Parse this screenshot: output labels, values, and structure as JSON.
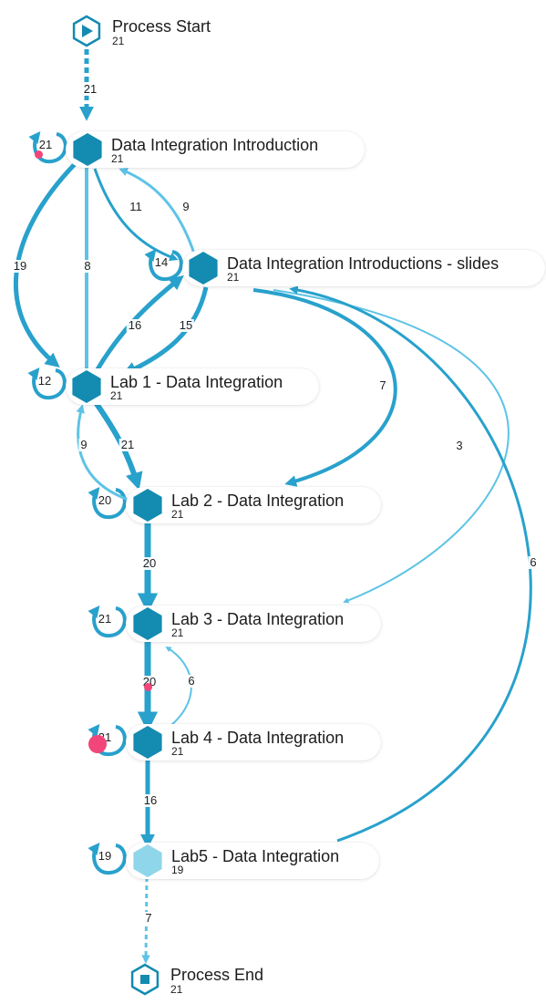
{
  "colors": {
    "edge": "#28a1cc",
    "edge_light": "#5ec3e6",
    "node": "#148bb0",
    "node_light": "#8fd6ea",
    "marker": "#f2457a"
  },
  "start": {
    "label": "Process Start",
    "count": "21",
    "icon": "play-icon"
  },
  "end": {
    "label": "Process End",
    "count": "21",
    "icon": "stop-icon"
  },
  "nodes": [
    {
      "id": "intro",
      "label": "Data Integration Introduction",
      "count": "21",
      "loop": "21"
    },
    {
      "id": "slides",
      "label": "Data Integration Introductions - slides",
      "count": "21",
      "loop": "14"
    },
    {
      "id": "lab1",
      "label": "Lab 1 - Data Integration",
      "count": "21",
      "loop": "12"
    },
    {
      "id": "lab2",
      "label": "Lab 2 - Data Integration",
      "count": "21",
      "loop": "20"
    },
    {
      "id": "lab3",
      "label": "Lab 3 - Data Integration",
      "count": "21",
      "loop": "21"
    },
    {
      "id": "lab4",
      "label": "Lab 4 - Data Integration",
      "count": "21",
      "loop": "21"
    },
    {
      "id": "lab5",
      "label": "Lab5 - Data Integration",
      "count": "19",
      "loop": "19"
    }
  ],
  "edges": [
    {
      "from": "start",
      "to": "intro",
      "count": "21"
    },
    {
      "from": "intro",
      "to": "lab1",
      "count": "19"
    },
    {
      "from": "lab1",
      "to": "intro",
      "count": "8"
    },
    {
      "from": "intro",
      "to": "slides",
      "count": "11"
    },
    {
      "from": "slides",
      "to": "intro",
      "count": "9"
    },
    {
      "from": "lab1",
      "to": "slides",
      "count": "16"
    },
    {
      "from": "slides",
      "to": "lab1",
      "count": "15"
    },
    {
      "from": "slides",
      "to": "lab2",
      "count": "7"
    },
    {
      "from": "slides",
      "to": "lab3",
      "count": "3"
    },
    {
      "from": "lab5",
      "to": "slides",
      "count": "6"
    },
    {
      "from": "lab1",
      "to": "lab2",
      "count": "21"
    },
    {
      "from": "lab2",
      "to": "lab1",
      "count": "9"
    },
    {
      "from": "lab2",
      "to": "lab3",
      "count": "20"
    },
    {
      "from": "lab3",
      "to": "lab4",
      "count": "20"
    },
    {
      "from": "lab4",
      "to": "lab3",
      "count": "6"
    },
    {
      "from": "lab4",
      "to": "lab5",
      "count": "16"
    },
    {
      "from": "lab5",
      "to": "end",
      "count": "7"
    }
  ]
}
